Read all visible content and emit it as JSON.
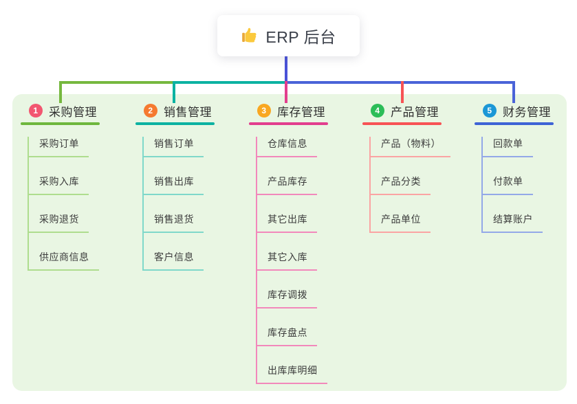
{
  "root": {
    "label": "ERP 后台",
    "icon": "thumbs-up"
  },
  "panel_color": "#e9f6e3",
  "text_color": "#3c3c3c",
  "connectors": {
    "root_line_color": "#4a52d8",
    "bus_colors": {
      "left": "#76b83f",
      "mid": "#0cb2a2",
      "right": "#4a63d8"
    },
    "drop_colors": [
      "#76b83f",
      "#0cb2a2",
      "#e23e8e",
      "#f75355",
      "#4a63d8"
    ]
  },
  "branches": [
    {
      "num": "1",
      "label": "采购管理",
      "badge_color": "#f25670",
      "line_color": "#6eb73d",
      "child_line_color": "#aedd8e",
      "children": [
        "采购订单",
        "采购入库",
        "采购退货",
        "供应商信息"
      ]
    },
    {
      "num": "2",
      "label": "销售管理",
      "badge_color": "#f57a30",
      "line_color": "#0cb2a2",
      "child_line_color": "#7fd8ca",
      "children": [
        "销售订单",
        "销售出库",
        "销售退货",
        "客户信息"
      ]
    },
    {
      "num": "3",
      "label": "库存管理",
      "badge_color": "#f9a721",
      "line_color": "#e23e8e",
      "child_line_color": "#f288bb",
      "children": [
        "仓库信息",
        "产品库存",
        "其它出库",
        "其它入库",
        "库存调拨",
        "库存盘点",
        "出库库明细"
      ]
    },
    {
      "num": "4",
      "label": "产品管理",
      "badge_color": "#2cbd58",
      "line_color": "#f75355",
      "child_line_color": "#fba4a3",
      "children": [
        "产品（物料）",
        "产品分类",
        "产品单位"
      ]
    },
    {
      "num": "5",
      "label": "财务管理",
      "badge_color": "#1b97d6",
      "line_color": "#3e63d6",
      "child_line_color": "#93a8e8",
      "children": [
        "回款单",
        "付款单",
        "结算账户"
      ]
    }
  ]
}
